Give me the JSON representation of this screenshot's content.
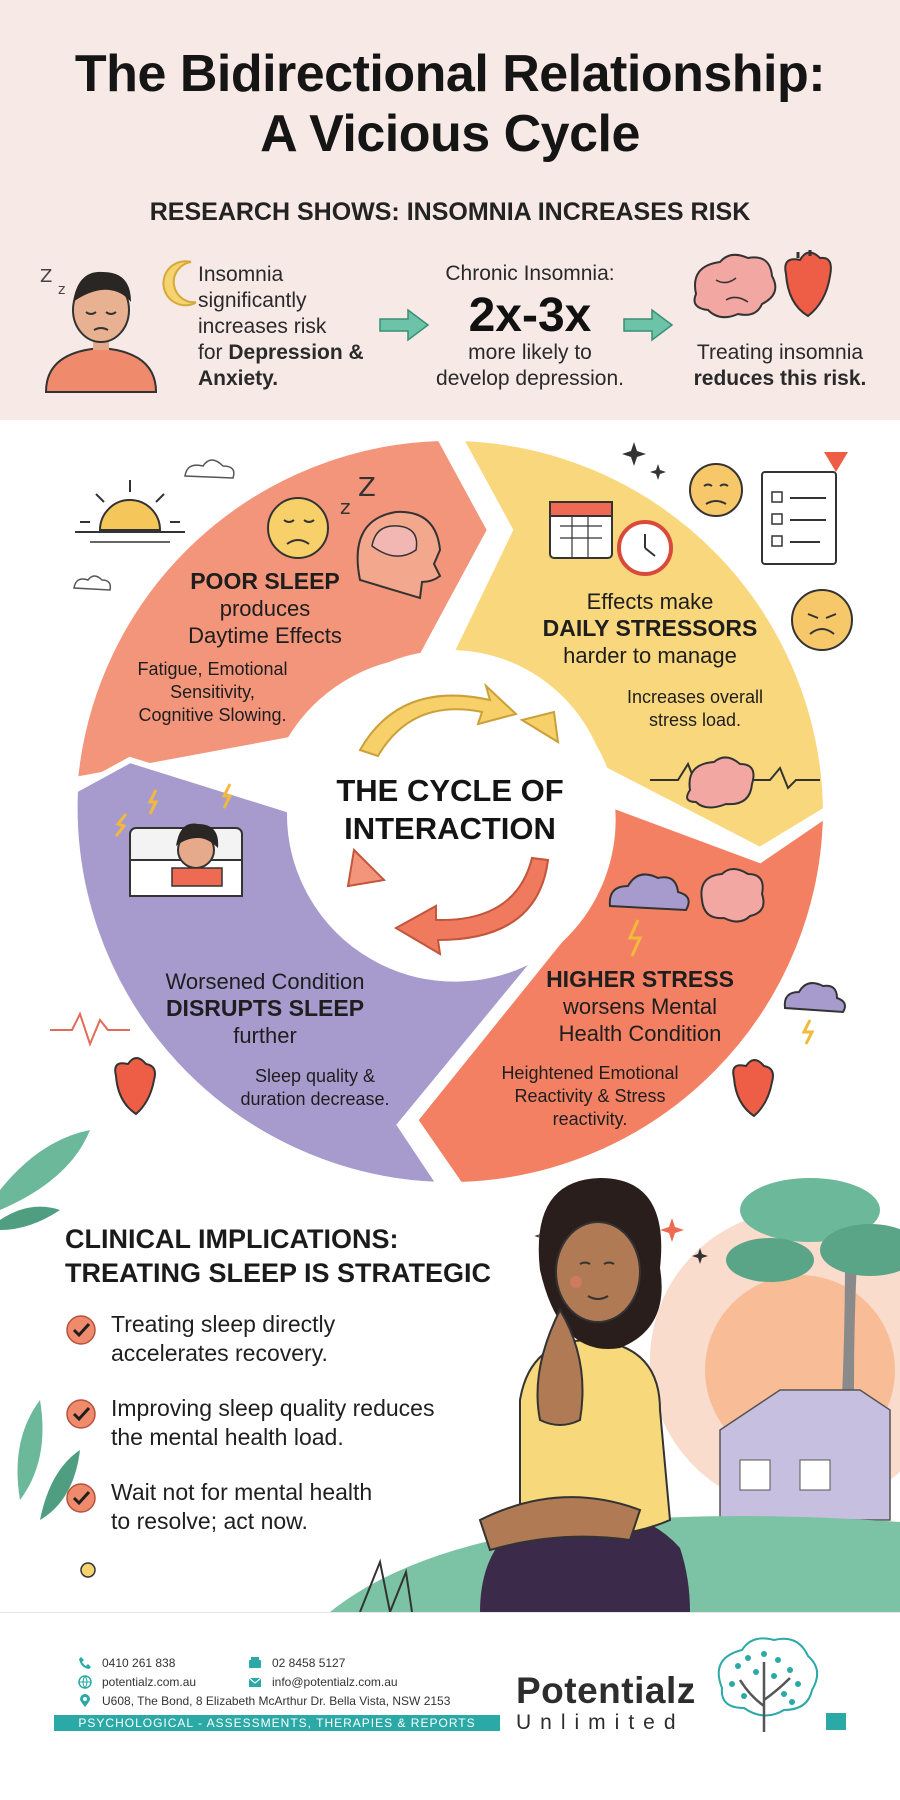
{
  "header": {
    "title_line1": "The Bidirectional Relationship:",
    "title_line2": "A Vicious Cycle",
    "subtitle": "RESEARCH SHOWS: INSOMNIA INCREASES RISK",
    "risk_line1": "Insomnia",
    "risk_line2": "significantly",
    "risk_line3": "increases risk",
    "risk_line4_pre": "for ",
    "risk_line4_bold": "Depression &",
    "risk_line5_bold": "Anxiety.",
    "stat_label": "Chronic Insomnia:",
    "stat_value": "2x-3x",
    "stat_sub_line1": "more likely to",
    "stat_sub_line2": "develop depression.",
    "treat_line1": "Treating insomnia",
    "treat_line2_bold": "reduces this risk."
  },
  "cycle": {
    "center_line1": "THE CYCLE OF",
    "center_line2": "INTERACTION",
    "poor_sleep": {
      "bold": "POOR SLEEP",
      "line2": "produces",
      "line3": "Daytime Effects",
      "detail1": "Fatigue, Emotional",
      "detail2": "Sensitivity,",
      "detail3": "Cognitive Slowing."
    },
    "daily_stressors": {
      "line1": "Effects make",
      "bold": "DAILY STRESSORS",
      "line3": "harder to manage",
      "detail1": "Increases overall",
      "detail2": "stress load."
    },
    "higher_stress": {
      "bold": "HIGHER STRESS",
      "line2": "worsens Mental",
      "line3": "Health Condition",
      "detail1": "Heightened Emotional",
      "detail2": "Reactivity & Stress",
      "detail3": "reactivity."
    },
    "disrupts_sleep": {
      "line1": "Worsened Condition",
      "bold": "DISRUPTS SLEEP",
      "line3": "further",
      "detail1": "Sleep quality &",
      "detail2": "duration decrease."
    },
    "colors": {
      "poor_sleep": "#f3957a",
      "daily_stressors": "#f9d77c",
      "higher_stress": "#f38063",
      "disrupts_sleep": "#a79bce"
    }
  },
  "clinical": {
    "title_line1": "CLINICAL IMPLICATIONS:",
    "title_line2": "TREATING SLEEP IS STRATEGIC",
    "items": [
      {
        "line1": "Treating sleep directly",
        "line2": "accelerates recovery."
      },
      {
        "line1": "Improving sleep quality reduces",
        "line2": "the mental health load."
      },
      {
        "line1": "Wait not for mental health",
        "line2": "to resolve; act now."
      }
    ]
  },
  "footer": {
    "phone": "0410  261 838",
    "fax": "02 8458 5127",
    "website": "potentialz.com.au",
    "email": "info@potentialz.com.au",
    "address": "U608, The Bond, 8 Elizabeth McArthur Dr. Bella Vista, NSW 2153",
    "tagline": "PSYCHOLOGICAL - ASSESSMENTS, THERAPIES & REPORTS",
    "brand_name": "Potentialz",
    "brand_sub": "Unlimited",
    "accent": "#2aa9a6"
  }
}
